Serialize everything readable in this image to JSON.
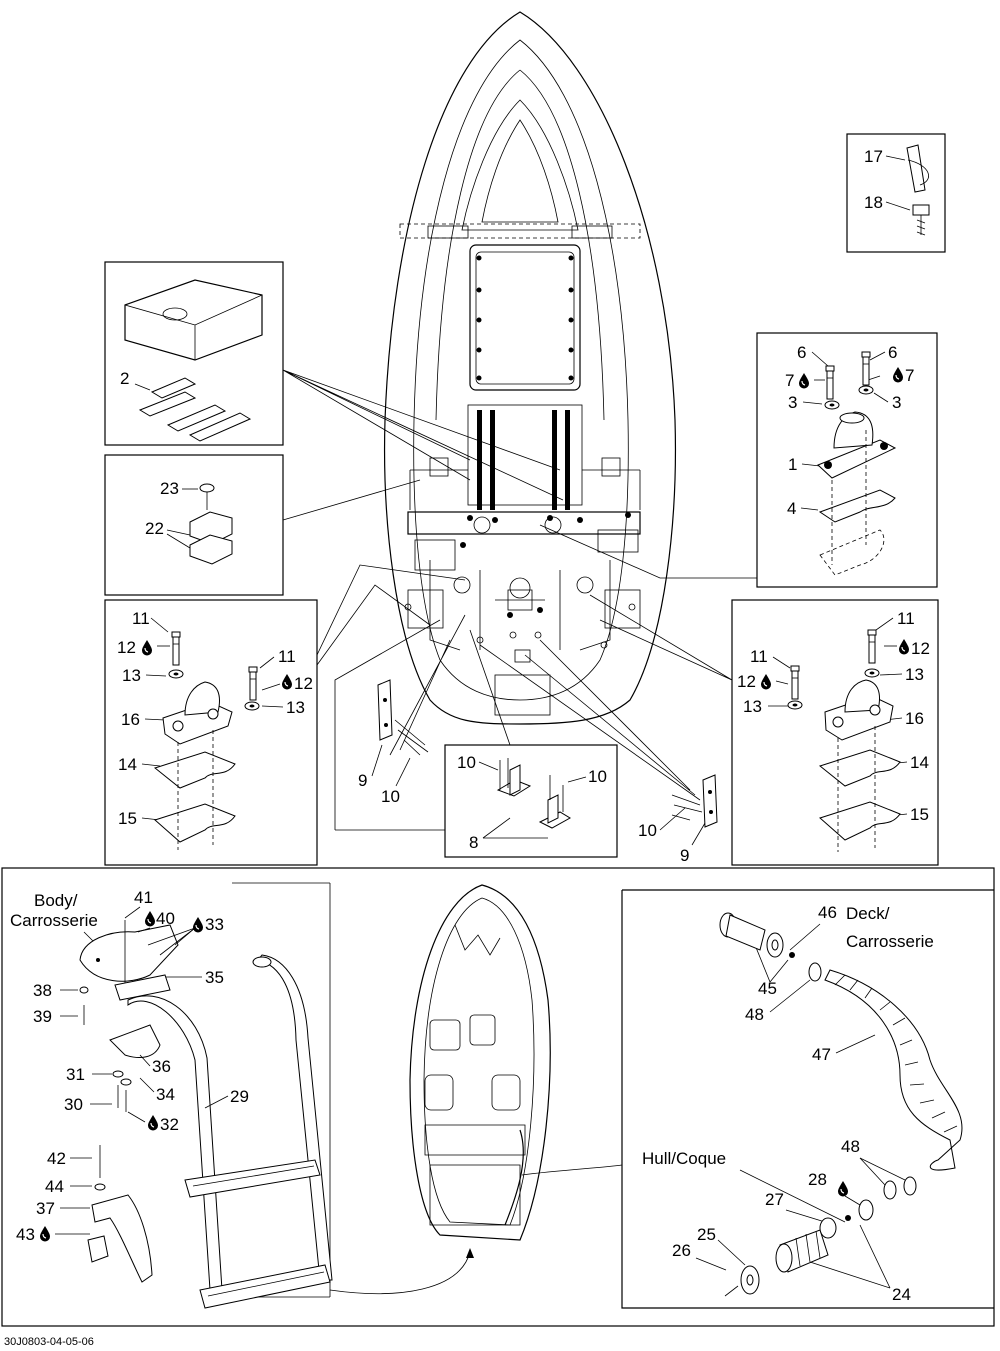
{
  "diagram": {
    "reference_code": "30J0803-04-05-06",
    "callouts": {
      "c1": "1",
      "c2": "2",
      "c3a": "3",
      "c3b": "3",
      "c4": "4",
      "c6a": "6",
      "c6b": "6",
      "c7a": "7",
      "c7b": "7",
      "c8": "8",
      "c9a": "9",
      "c9b": "9",
      "c10a": "10",
      "c10b": "10",
      "c10c": "10",
      "c10d": "10",
      "c11a": "11",
      "c11b": "11",
      "c11c": "11",
      "c11d": "11",
      "c12a": "12",
      "c12b": "12",
      "c12c": "12",
      "c12d": "12",
      "c13a": "13",
      "c13b": "13",
      "c13c": "13",
      "c13d": "13",
      "c14a": "14",
      "c14b": "14",
      "c15a": "15",
      "c15b": "15",
      "c16a": "16",
      "c16b": "16",
      "c17": "17",
      "c18": "18",
      "c22": "22",
      "c23": "23",
      "c24": "24",
      "c25": "25",
      "c26": "26",
      "c27": "27",
      "c28": "28",
      "c29": "29",
      "c30": "30",
      "c31": "31",
      "c32": "32",
      "c33": "33",
      "c34": "34",
      "c35": "35",
      "c36": "36",
      "c37": "37",
      "c38": "38",
      "c39": "39",
      "c40": "40",
      "c41": "41",
      "c42": "42",
      "c43": "43",
      "c44": "44",
      "c45": "45",
      "c46": "46",
      "c47": "47",
      "c48a": "48",
      "c48b": "48"
    },
    "labels": {
      "body_line1": "Body/",
      "body_line2": "Carrosserie",
      "deck_line1": "Deck/",
      "deck_line2": "Carrosserie",
      "hull": "Hull/Coque"
    },
    "icons": [
      "drop-icon"
    ]
  }
}
